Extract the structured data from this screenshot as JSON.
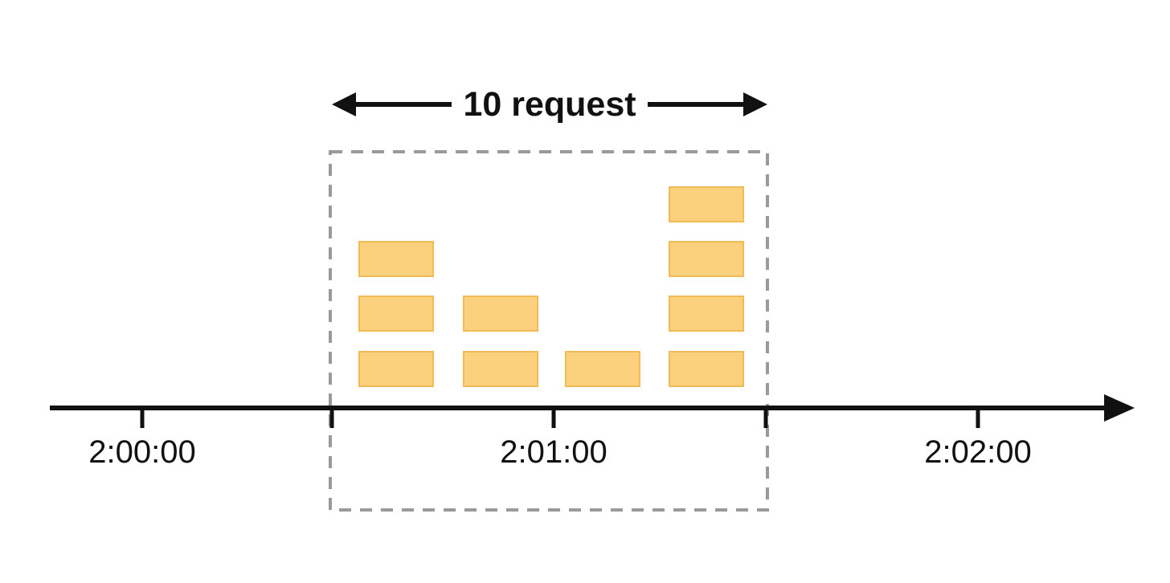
{
  "window": {
    "label": "10 request"
  },
  "axis": {
    "tick_labels": [
      "2:00:00",
      "2:01:00",
      "2:02:00"
    ]
  },
  "requests": [
    {
      "col": 0,
      "row": 1
    },
    {
      "col": 0,
      "row": 2
    },
    {
      "col": 0,
      "row": 3
    },
    {
      "col": 1,
      "row": 2
    },
    {
      "col": 1,
      "row": 3
    },
    {
      "col": 2,
      "row": 3
    },
    {
      "col": 3,
      "row": 0
    },
    {
      "col": 3,
      "row": 1
    },
    {
      "col": 3,
      "row": 2
    },
    {
      "col": 3,
      "row": 3
    }
  ],
  "colors": {
    "block_fill": "#FCD17E",
    "block_border": "#F2BA55",
    "dash": "#9A9A9A",
    "axis": "#111111",
    "text": "#111111"
  }
}
